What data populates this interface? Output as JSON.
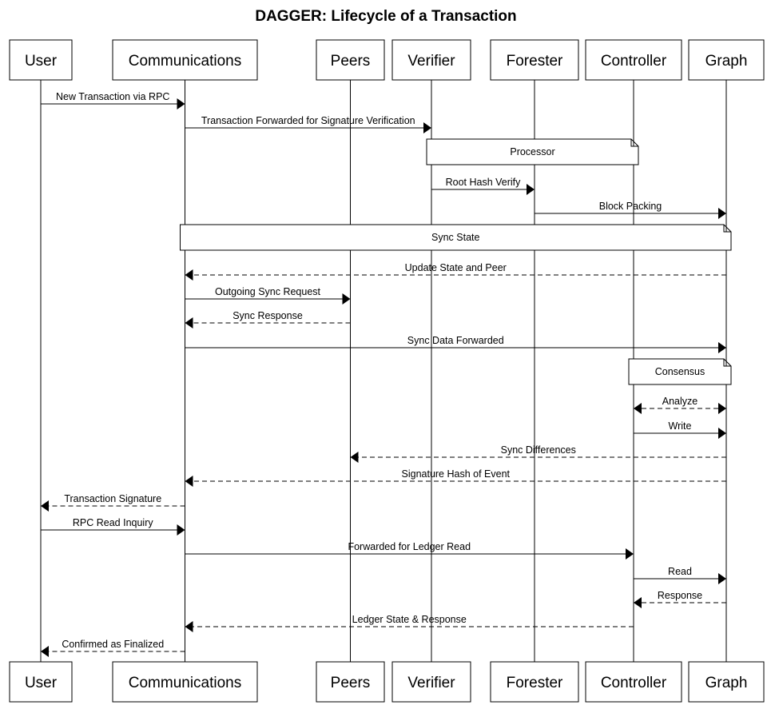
{
  "title": "DAGGER: Lifecycle of a Transaction",
  "actors": [
    "User",
    "Communications",
    "Peers",
    "Verifier",
    "Forester",
    "Controller",
    "Graph"
  ],
  "events": [
    {
      "kind": "msg",
      "from": "User",
      "to": "Communications",
      "label": "New Transaction via RPC",
      "style": "solid"
    },
    {
      "kind": "msg",
      "from": "Communications",
      "to": "Verifier",
      "label": "Transaction Forwarded for Signature Verification",
      "style": "solid"
    },
    {
      "kind": "note",
      "span": [
        "Verifier",
        "Controller"
      ],
      "label": "Processor"
    },
    {
      "kind": "msg",
      "from": "Verifier",
      "to": "Forester",
      "label": "Root Hash Verify",
      "style": "solid"
    },
    {
      "kind": "msg",
      "from": "Forester",
      "to": "Graph",
      "label": "Block Packing",
      "style": "solid"
    },
    {
      "kind": "note",
      "span": [
        "Communications",
        "Graph"
      ],
      "label": "Sync State"
    },
    {
      "kind": "msg",
      "from": "Graph",
      "to": "Communications",
      "label": "Update State and Peer",
      "style": "dashed"
    },
    {
      "kind": "msg",
      "from": "Communications",
      "to": "Peers",
      "label": "Outgoing Sync Request",
      "style": "solid"
    },
    {
      "kind": "msg",
      "from": "Peers",
      "to": "Communications",
      "label": "Sync Response",
      "style": "dashed"
    },
    {
      "kind": "msg",
      "from": "Communications",
      "to": "Graph",
      "label": "Sync Data Forwarded",
      "style": "solid"
    },
    {
      "kind": "note",
      "span": [
        "Controller",
        "Graph"
      ],
      "label": "Consensus"
    },
    {
      "kind": "msg",
      "from": "Controller",
      "to": "Graph",
      "label": "Analyze",
      "style": "dashed",
      "bidirectional": true
    },
    {
      "kind": "msg",
      "from": "Controller",
      "to": "Graph",
      "label": "Write",
      "style": "solid"
    },
    {
      "kind": "msg",
      "from": "Graph",
      "to": "Peers",
      "label": "Sync Differences",
      "style": "dashed"
    },
    {
      "kind": "msg",
      "from": "Graph",
      "to": "Communications",
      "label": "Signature Hash of Event",
      "style": "dashed"
    },
    {
      "kind": "msg",
      "from": "Communications",
      "to": "User",
      "label": "Transaction Signature",
      "style": "dashed"
    },
    {
      "kind": "msg",
      "from": "User",
      "to": "Communications",
      "label": "RPC Read Inquiry",
      "style": "solid"
    },
    {
      "kind": "msg",
      "from": "Communications",
      "to": "Controller",
      "label": "Forwarded for Ledger Read",
      "style": "solid"
    },
    {
      "kind": "msg",
      "from": "Controller",
      "to": "Graph",
      "label": "Read",
      "style": "solid"
    },
    {
      "kind": "msg",
      "from": "Graph",
      "to": "Controller",
      "label": "Response",
      "style": "dashed"
    },
    {
      "kind": "msg",
      "from": "Controller",
      "to": "Communications",
      "label": "Ledger State & Response",
      "style": "dashed"
    },
    {
      "kind": "msg",
      "from": "Communications",
      "to": "User",
      "label": "Confirmed as Finalized",
      "style": "dashed"
    }
  ]
}
